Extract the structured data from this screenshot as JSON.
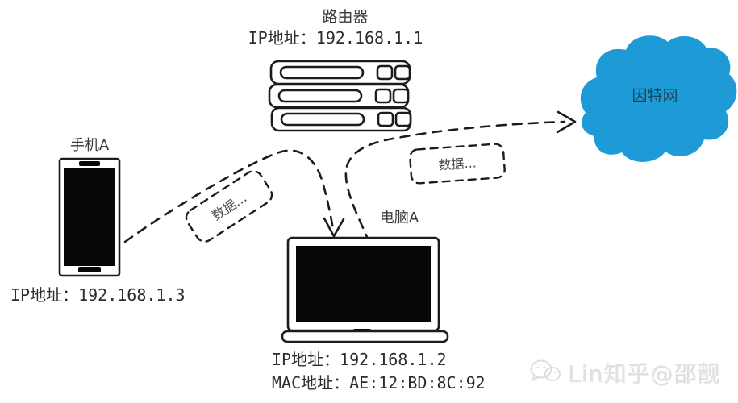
{
  "colors": {
    "cloud_blue": "#1E9BD7",
    "internet_text": "#1c4457",
    "hatch_light": "#FCF4DD",
    "hatch_stripe": "#F1DEA4",
    "ink": "#1c1c1c",
    "text": "#3a3a3a"
  },
  "router": {
    "title": "路由器",
    "ip": "IP地址：192.168.1.1"
  },
  "phone": {
    "title": "手机A",
    "ip": "IP地址：192.168.1.3"
  },
  "computer": {
    "title": "电脑A",
    "ip": "IP地址：192.168.1.2",
    "mac": "MAC地址：AE:12:BD:8C:92"
  },
  "internet": {
    "title": "因特网"
  },
  "packets": {
    "label1": "数据...",
    "label2": "数据..."
  },
  "watermark": {
    "icon": "wechat-icon",
    "text": "Lin知乎@邵靓"
  }
}
